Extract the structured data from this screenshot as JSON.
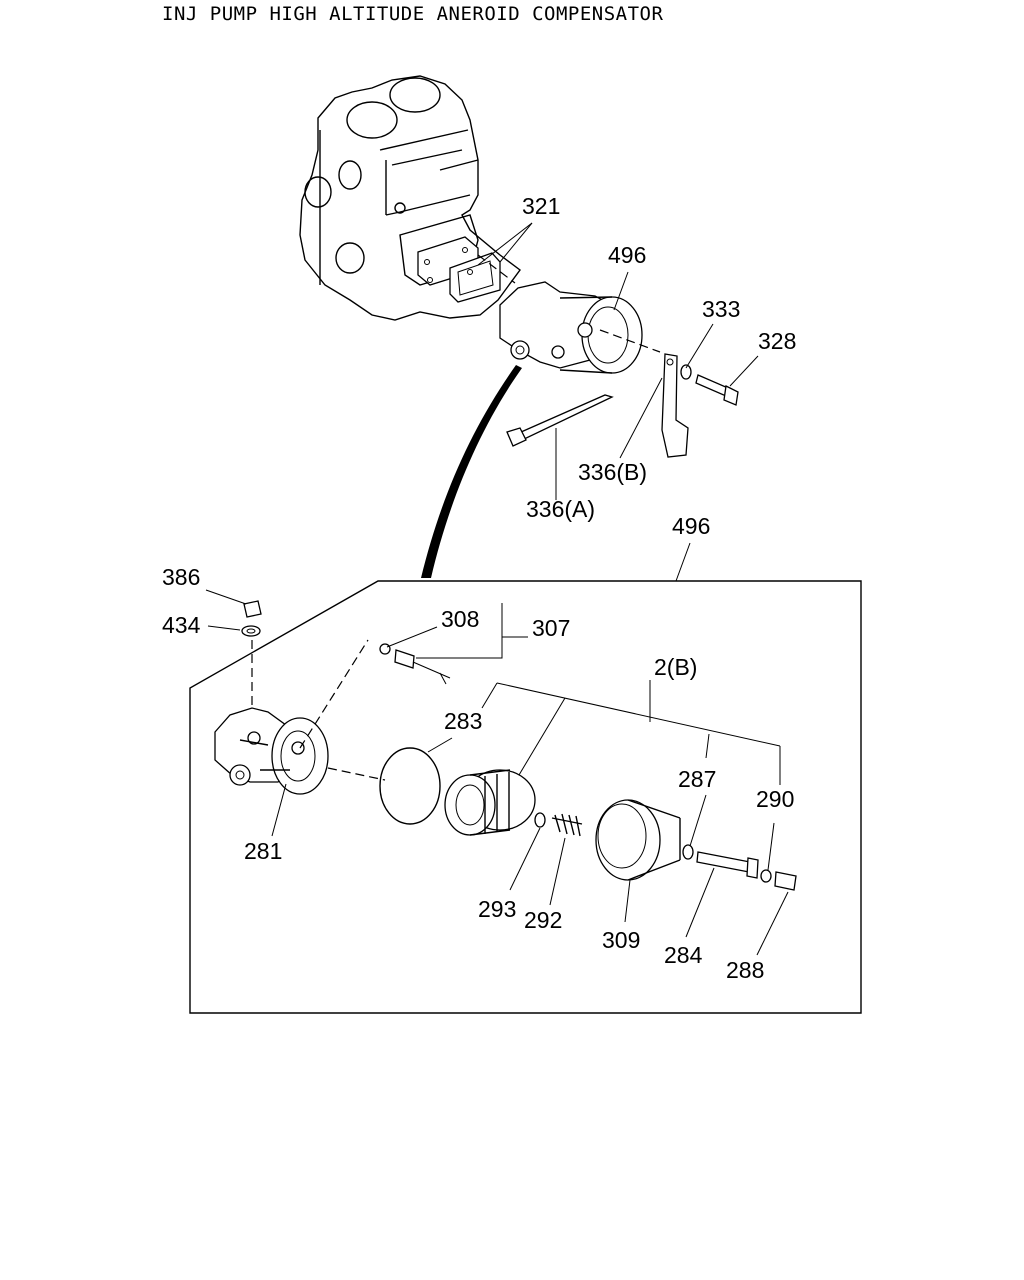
{
  "title": "INJ PUMP HIGH ALTITUDE ANEROID COMPENSATOR",
  "callouts": {
    "c321": "321",
    "c496_top": "496",
    "c333": "333",
    "c328": "328",
    "c336b": "336(B)",
    "c336a": "336(A)",
    "c496_box": "496",
    "c386": "386",
    "c434": "434",
    "c308": "308",
    "c307": "307",
    "c2b": "2(B)",
    "c283": "283",
    "c287": "287",
    "c290": "290",
    "c281": "281",
    "c293": "293",
    "c292": "292",
    "c309": "309",
    "c284": "284",
    "c288": "288"
  }
}
